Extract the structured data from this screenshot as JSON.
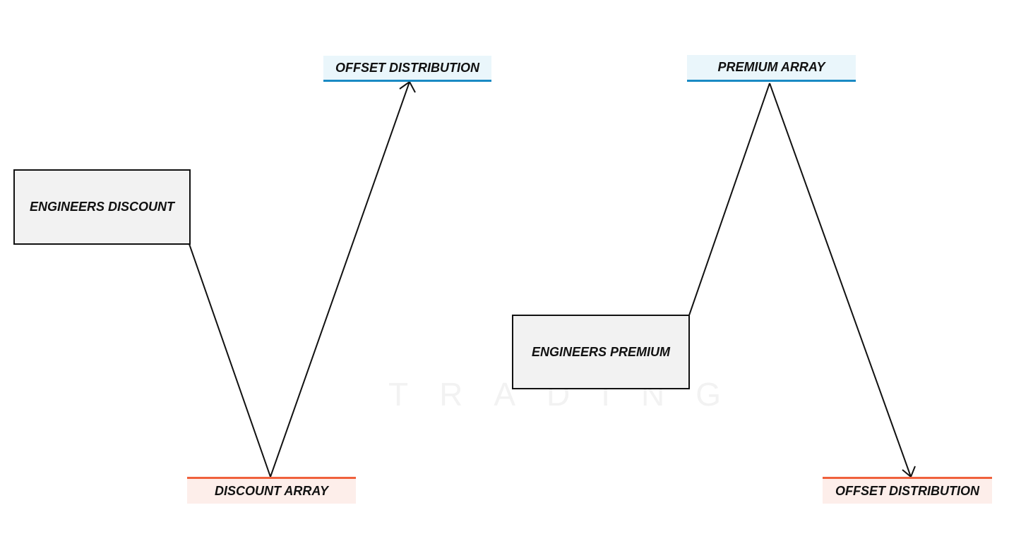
{
  "left_diagram": {
    "box_label": "ENGINEERS DISCOUNT",
    "top_label": "OFFSET DISTRIBUTION",
    "bottom_label": "DISCOUNT ARRAY"
  },
  "right_diagram": {
    "box_label": "ENGINEERS PREMIUM",
    "top_label": "PREMIUM ARRAY",
    "bottom_label": "OFFSET DISTRIBUTION"
  },
  "watermark": {
    "text": "TRADING"
  },
  "colors": {
    "line": "#111111",
    "box_fill": "#f2f2f2",
    "blue_accent": "#1a8ac4",
    "blue_fill": "#eaf6fb",
    "red_accent": "#f0613c",
    "red_fill": "#fdeeea"
  }
}
